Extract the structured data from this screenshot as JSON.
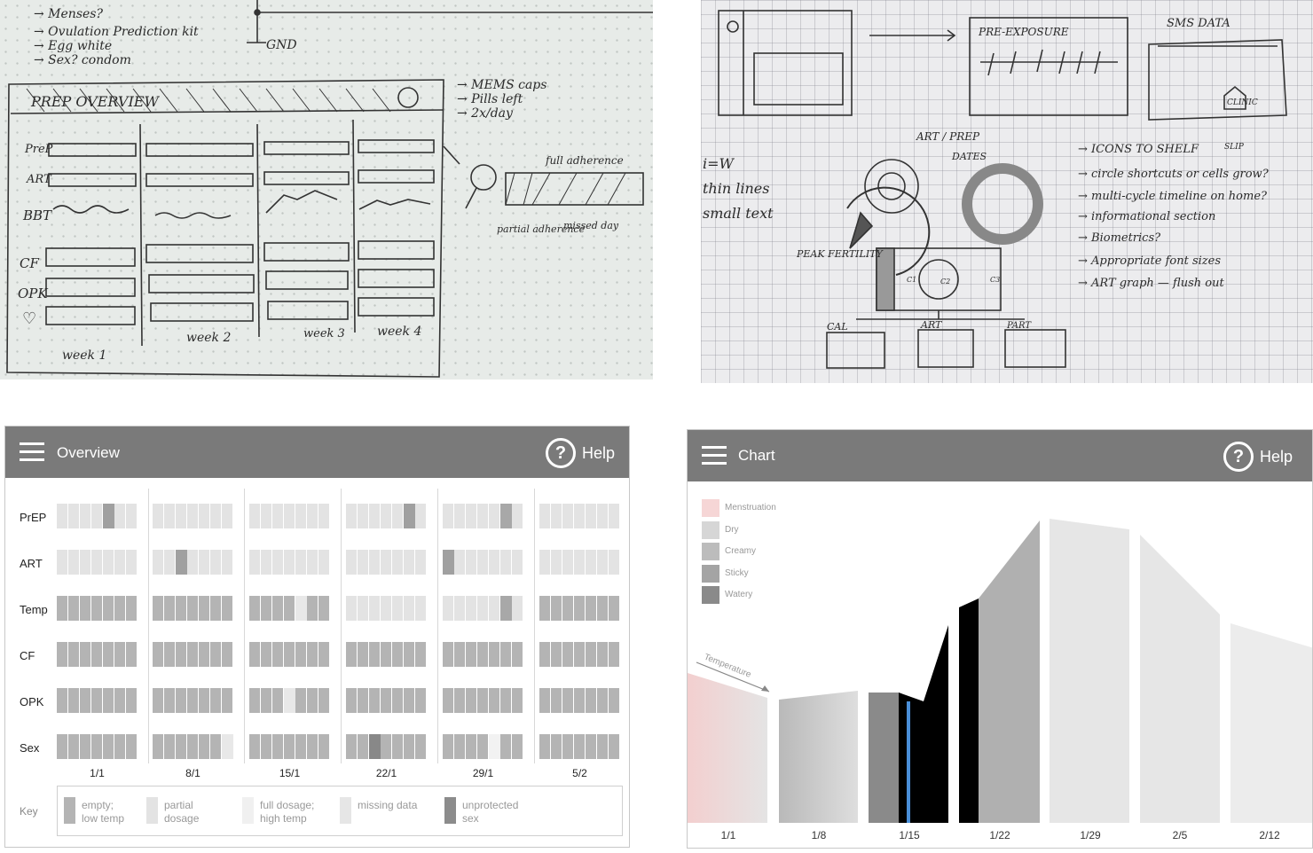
{
  "sketch_left": {
    "notes": [
      "→ Menses?",
      "→ Ovulation Prediction kit",
      "→ Egg white",
      "→ Sex? condom"
    ],
    "gnd": "GND",
    "title": "PREP OVERVIEW",
    "rows": [
      "PreP",
      "ART",
      "BBT",
      "CF",
      "OPK",
      "♡"
    ],
    "weeks": [
      "week 1",
      "week 2",
      "week 3",
      "week 4"
    ],
    "side_notes": [
      "→ MEMS caps",
      "→ Pills left",
      "→ 2x/day"
    ],
    "adherence": {
      "full": "full adherence",
      "partial": "partial adherence",
      "missed": "missed day"
    }
  },
  "sketch_right": {
    "pre_exposure": "PRE-EXPOSURE",
    "sms": "SMS DATA",
    "clinic": "CLINIC",
    "slip": "SLIP",
    "art_prep": "ART / PREP",
    "dates": "DATES",
    "peak": "PEAK FERTILITY",
    "bottom": [
      "CAL",
      "ART",
      "PART"
    ],
    "circles": [
      "C1",
      "C2",
      "C3"
    ],
    "left_notes": [
      "i=W",
      "thin lines",
      "small text"
    ],
    "list": [
      "→ ICONS TO SHELF",
      "→ circle shortcuts or cells grow?",
      "→ multi-cycle timeline on home?",
      "→ informational section",
      "→ Biometrics?",
      "→ Appropriate font sizes",
      "→ ART graph — flush out"
    ]
  },
  "overview": {
    "title": "Overview",
    "help": "Help",
    "rows": [
      "PrEP",
      "ART",
      "Temp",
      "CF",
      "OPK",
      "Sex"
    ],
    "dates": [
      "1/1",
      "8/1",
      "15/1",
      "22/1",
      "29/1",
      "5/2"
    ],
    "key": {
      "title": "Key",
      "items": [
        {
          "l1": "empty;",
          "l2": "low temp"
        },
        {
          "l1": "partial",
          "l2": "dosage"
        },
        {
          "l1": "full dosage;",
          "l2": "high temp"
        },
        {
          "l1": "missing data",
          "l2": ""
        },
        {
          "l1": "unprotected",
          "l2": "sex"
        }
      ]
    },
    "colors": {
      "light": "#e3e3e3",
      "mid": "#b4b4b4",
      "dark": "#8c8c8c",
      "header": "#7a7a7a"
    }
  },
  "chart": {
    "title": "Chart",
    "help": "Help",
    "legend": [
      "Menstruation",
      "Dry",
      "Creamy",
      "Sticky",
      "Watery"
    ],
    "legend_colors": [
      "#f6d6d6",
      "#d6d6d6",
      "#bcbcbc",
      "#a4a4a4",
      "#8a8a8a"
    ],
    "temperature_label": "Temperature",
    "dates": [
      "1/1",
      "1/8",
      "1/15",
      "1/22",
      "1/29",
      "2/5",
      "2/12"
    ]
  }
}
